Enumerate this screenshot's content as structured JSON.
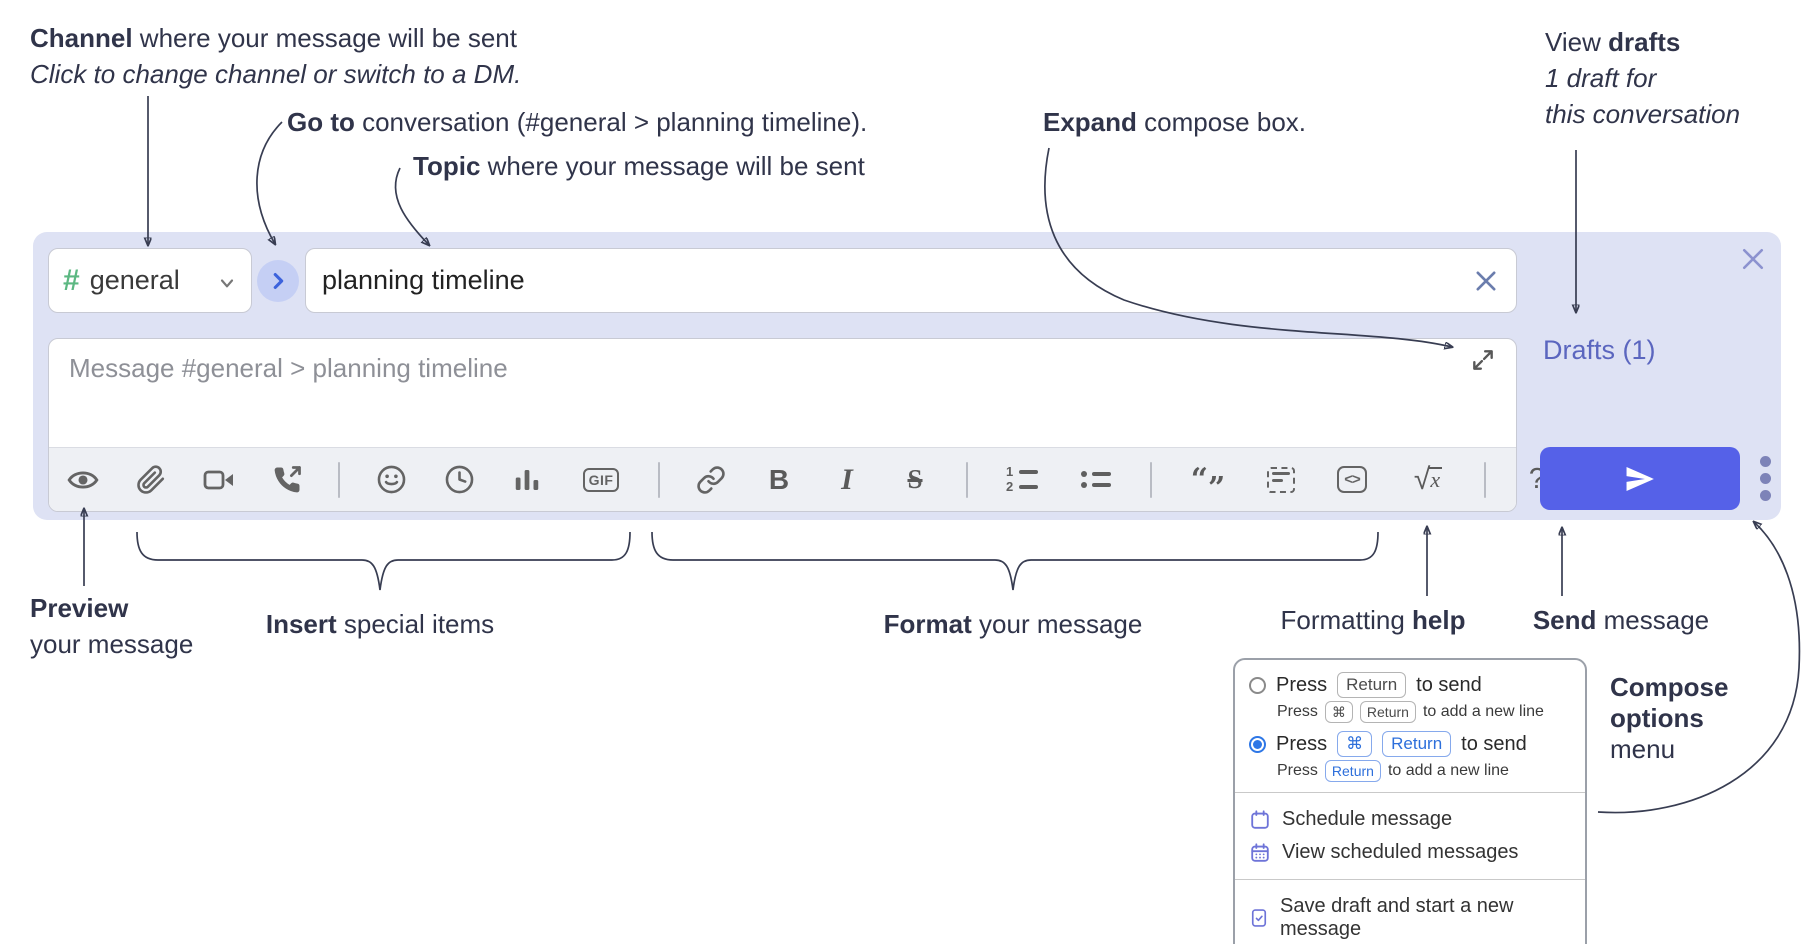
{
  "annotations": {
    "channel_bold": "Channel",
    "channel_rest": " where your message will be sent",
    "channel_sub": "Click to change channel or switch to a DM.",
    "goto_bold": "Go to",
    "goto_rest": " conversation (#general > planning timeline).",
    "topic_bold": "Topic",
    "topic_rest": " where your message will be sent",
    "expand_bold": "Expand",
    "expand_rest": " compose box.",
    "drafts_pre": "View ",
    "drafts_bold": "drafts",
    "drafts_line2": "1 draft for",
    "drafts_line3": "this conversation",
    "preview_bold": "Preview",
    "preview_line2": "your message",
    "insert_bold": "Insert",
    "insert_rest": " special items",
    "format_bold": "Format",
    "format_rest": " your message",
    "help_pre": "Formatting ",
    "help_bold": "help",
    "send_bold": "Send",
    "send_rest": " message",
    "options_line1": "Compose",
    "options_line2": "options",
    "options_line3": "menu"
  },
  "compose": {
    "channel_hash": "#",
    "channel_name": "general",
    "topic_value": "planning timeline",
    "message_placeholder": "Message #general > planning timeline",
    "drafts_link": "Drafts (1)"
  },
  "toolbar": {
    "gif": "GIF",
    "bold": "B",
    "italic": "I",
    "strike": "S",
    "ol1": "1",
    "ol2": "2",
    "quote_open": "“",
    "quote_close": "”",
    "code": "<>",
    "math_root": "√",
    "math_x": "x",
    "help": "?"
  },
  "menu": {
    "opt1_pre": "Press",
    "opt1_kbd": "Return",
    "opt1_post": "to send",
    "opt1_sub_pre": "Press",
    "opt1_sub_kbd1": "⌘",
    "opt1_sub_kbd2": "Return",
    "opt1_sub_post": "to add a new line",
    "opt2_pre": "Press",
    "opt2_kbd1": "⌘",
    "opt2_kbd2": "Return",
    "opt2_post": "to send",
    "opt2_sub_pre": "Press",
    "opt2_sub_kbd": "Return",
    "opt2_sub_post": "to add a new line",
    "item_schedule": "Schedule message",
    "item_view_scheduled": "View scheduled messages",
    "item_save_draft": "Save draft and start a new message"
  },
  "colors": {
    "accent_send": "#5561e8",
    "box_lavender": "#dee2f4",
    "drafts_link": "#5b66bf",
    "hash_green": "#5cb882",
    "radio_blue": "#2e77e6",
    "kbd_blue": "#2d6fdb",
    "menu_icon_purple": "#6e74d8"
  }
}
